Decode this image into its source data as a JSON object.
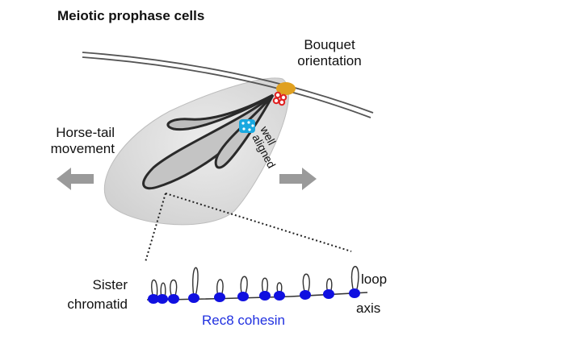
{
  "title": "Meiotic prophase cells",
  "labels": {
    "bouquet_line1": "Bouquet",
    "bouquet_line2": "orientation",
    "horsetail_line1": "Horse-tail",
    "horsetail_line2": "movement",
    "well": "well",
    "aligned": "aligned",
    "sister_line1": "Sister",
    "sister_line2": "chromatid",
    "loop": "loop",
    "axis": "axis",
    "rec8": "Rec8 cohesin"
  },
  "colors": {
    "cell_fill": "#dcdcdc",
    "spb": "#e0a020",
    "centromere": "#e02020",
    "telomere_cluster": "#19a8e0",
    "cohesin": "#1010e0",
    "rec8_text": "#2030e0",
    "arrow": "#9a9a9a",
    "line": "#333333"
  },
  "icons": {
    "left_arrow": "left-arrow-icon",
    "right_arrow": "right-arrow-icon"
  }
}
